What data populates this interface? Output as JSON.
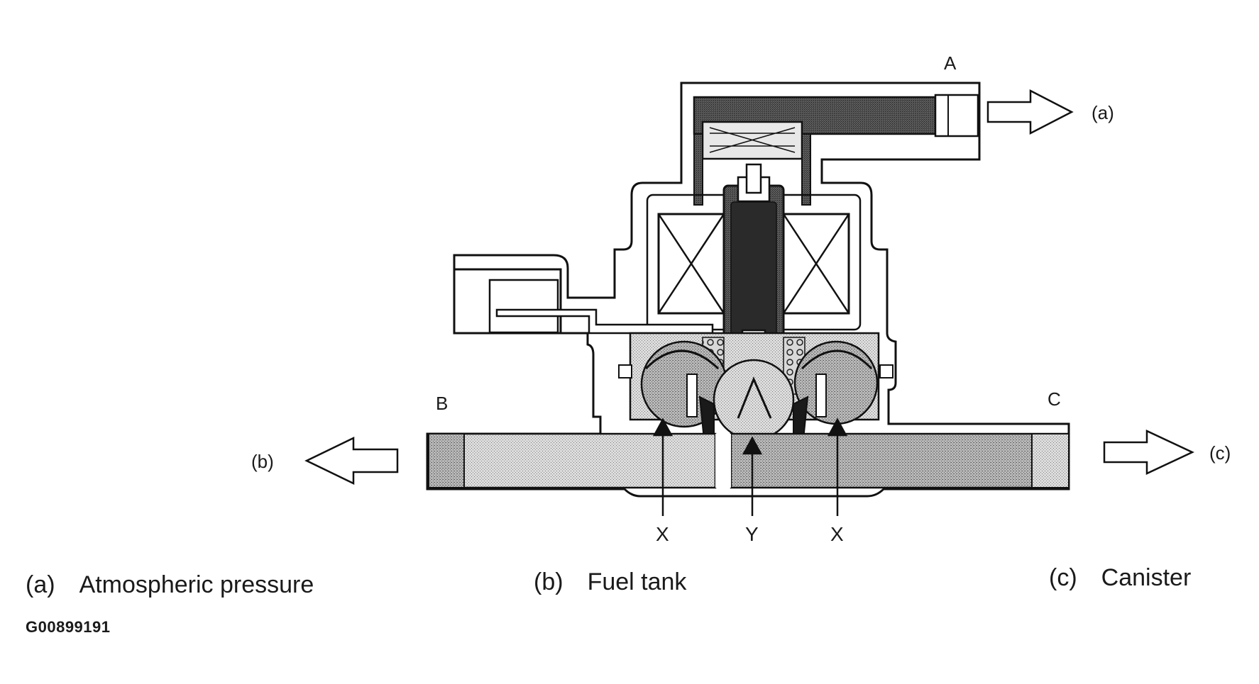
{
  "ports": {
    "A": "A",
    "B": "B",
    "C": "C"
  },
  "flows": {
    "a": "(a)",
    "b": "(b)",
    "c": "(c)"
  },
  "callouts": {
    "x_left": "X",
    "y": "Y",
    "x_right": "X"
  },
  "legend": [
    {
      "code": "(a)",
      "text": "Atmospheric pressure"
    },
    {
      "code": "(b)",
      "text": "Fuel tank"
    },
    {
      "code": "(c)",
      "text": "Canister"
    }
  ],
  "figure_id": "G00899191",
  "colors": {
    "line": "#111111",
    "dark_fill": "#4a4a4a",
    "stipple_light": "#c8c8c8",
    "stipple_mid": "#9e9e9e"
  }
}
